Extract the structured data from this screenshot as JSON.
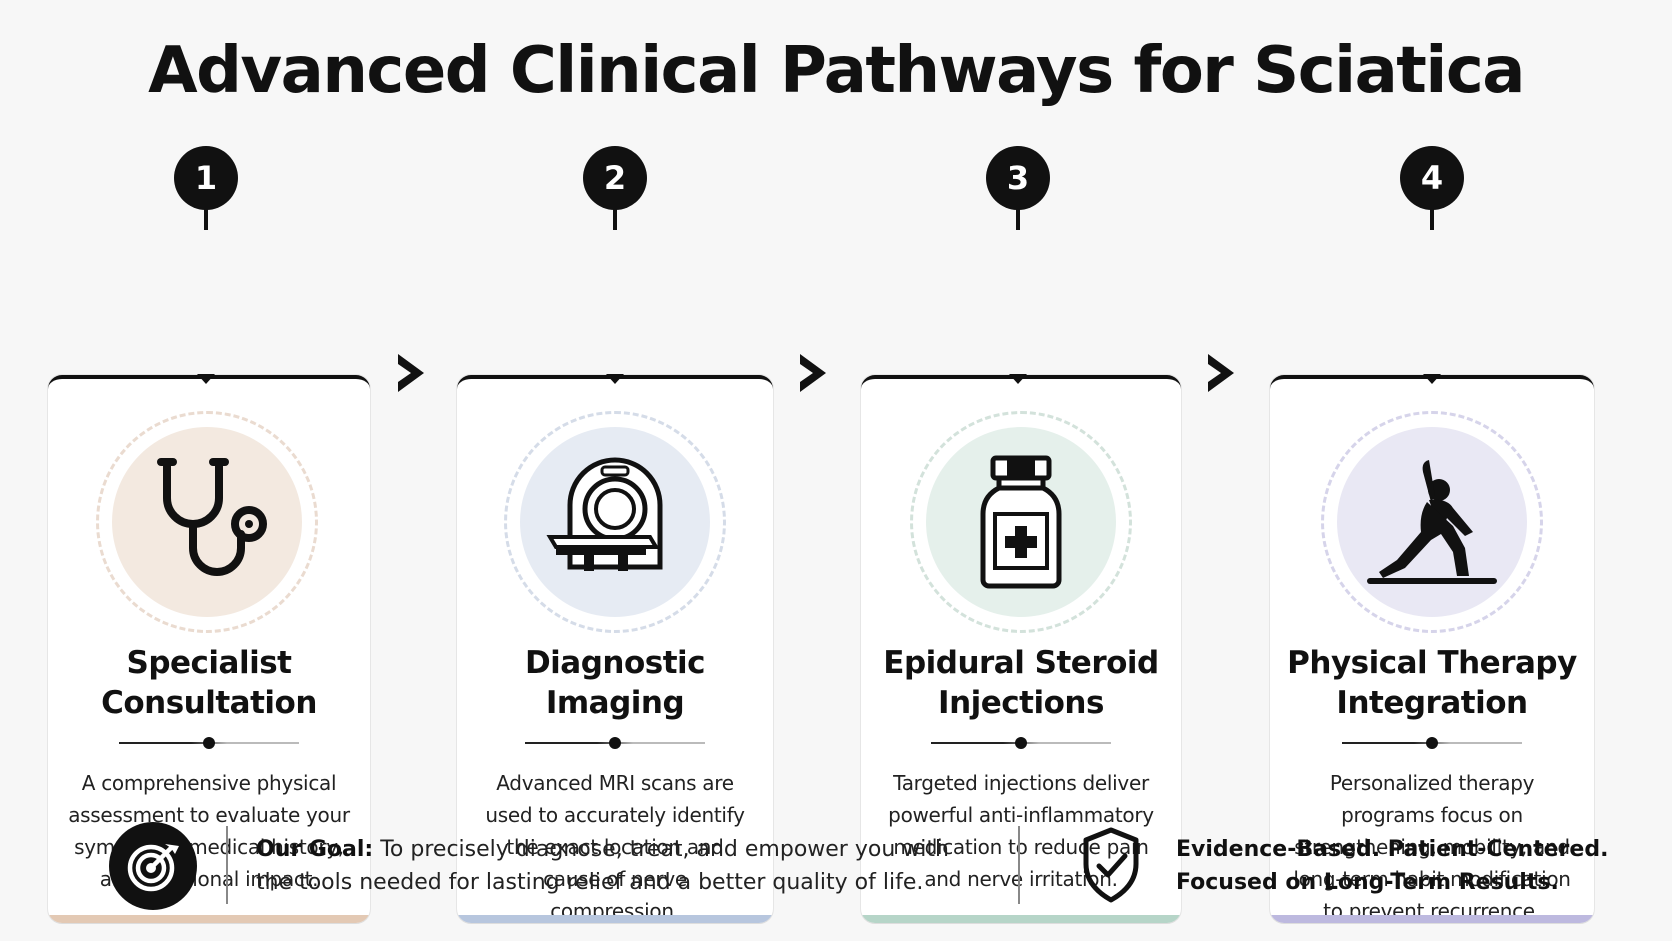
{
  "title": "Advanced Clinical Pathways for Sciatica",
  "steps": [
    {
      "number": "1",
      "title_line1": "Specialist",
      "title_line2": "Consultation",
      "description": "A comprehensive physical assessment to evaluate your symptoms, medical history, and functional impact.",
      "icon": "stethoscope-icon",
      "accent": "#e3c9b4",
      "disc": "#f3e9e0"
    },
    {
      "number": "2",
      "title_line1": "Diagnostic",
      "title_line2": "Imaging",
      "description": "Advanced MRI scans are used to accurately identify the exact location and cause of nerve compression.",
      "icon": "mri-scanner-icon",
      "accent": "#b7c6de",
      "disc": "#e6ebf3"
    },
    {
      "number": "3",
      "title_line1": "Epidural Steroid",
      "title_line2": "Injections",
      "description": "Targeted injections deliver powerful anti-inflammatory medication to reduce pain and nerve irritation.",
      "icon": "medicine-vial-icon",
      "accent": "#b6d5c8",
      "disc": "#e5f0eb"
    },
    {
      "number": "4",
      "title_line1": "Physical Therapy",
      "title_line2": "Integration",
      "description": "Personalized therapy programs focus on strengthening, mobility, and long-term habit modification to prevent recurrence.",
      "icon": "yoga-pose-icon",
      "accent": "#bdb9df",
      "disc": "#e9e8f4"
    }
  ],
  "footer": {
    "goal_label": "Our Goal:",
    "goal_text": " To precisely diagnose, treat, and empower you with the tools needed for lasting relief and a better quality of life.",
    "tagline_line1": "Evidence-Based. Patient-Centered.",
    "tagline_line2": "Focused on Long-Term Results.",
    "goal_icon": "target-icon",
    "badge_icon": "shield-check-icon"
  }
}
